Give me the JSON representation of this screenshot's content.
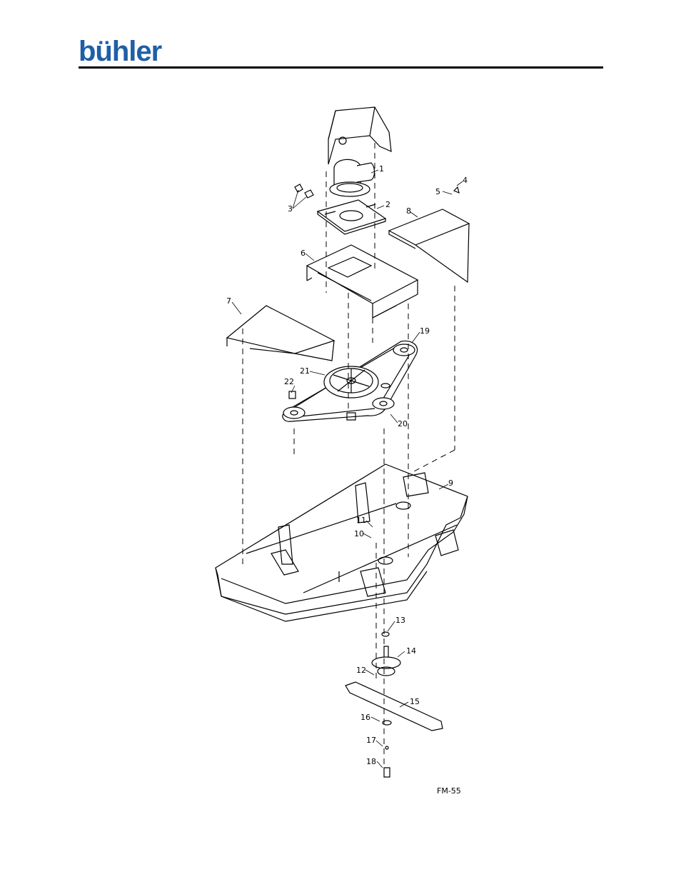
{
  "header": {
    "logo_text": "bühler",
    "brand_color": "#1f5fa6"
  },
  "diagram": {
    "drawing_code": "FM-55",
    "callouts": [
      "1",
      "2",
      "3",
      "4",
      "5",
      "6",
      "7",
      "8",
      "9",
      "10",
      "11",
      "12",
      "13",
      "14",
      "15",
      "16",
      "17",
      "18",
      "19",
      "20",
      "21",
      "22"
    ]
  }
}
